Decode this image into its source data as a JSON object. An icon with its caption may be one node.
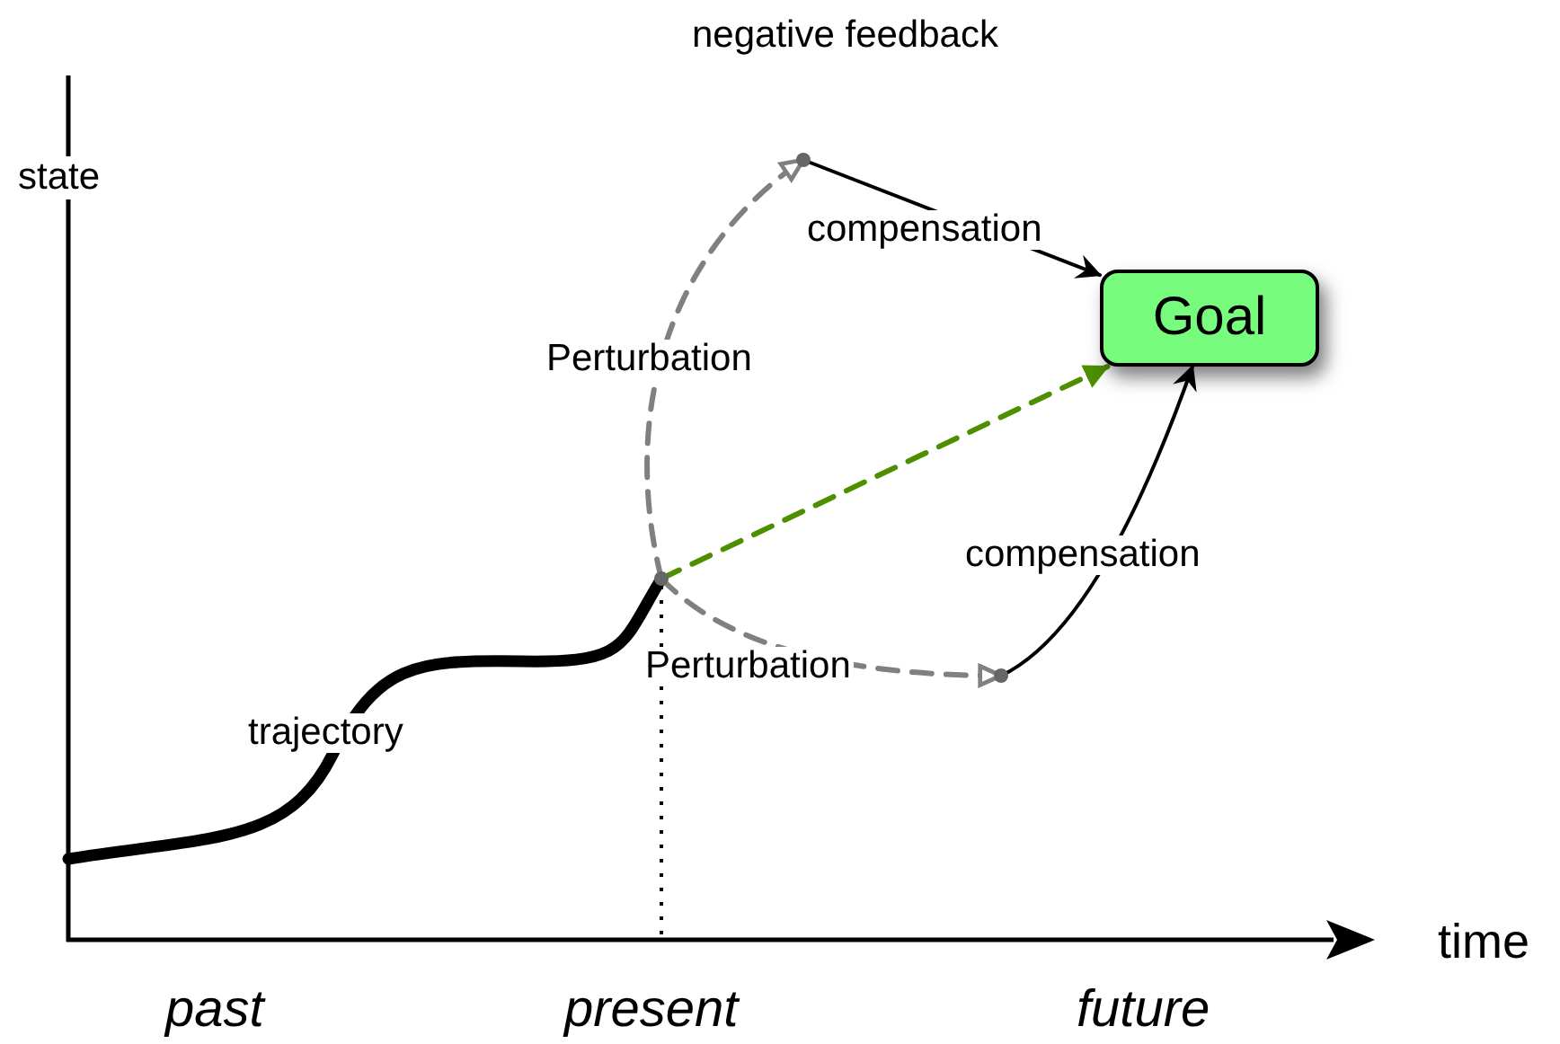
{
  "diagram": {
    "title": "negative feedback",
    "nodes": [
      {
        "text": [
          "Goal"
        ]
      },
      {
        "text": [],
        "shape": "point"
      },
      {
        "text": [],
        "shape": "point"
      },
      {
        "text": [],
        "shape": "point"
      }
    ],
    "edges": [
      {
        "from": 1,
        "to": 2,
        "arrow": "to",
        "label": "Perturbation",
        "style": "dashed",
        "color": "#808080"
      },
      {
        "from": 2,
        "to": 0,
        "arrow": "to",
        "label": "compensation"
      },
      {
        "from": 1,
        "to": 3,
        "arrow": "to",
        "label": "Perturbation",
        "style": "dashed",
        "color": "#808080"
      },
      {
        "from": 3,
        "to": 0,
        "arrow": "to",
        "label": "compensation"
      },
      {
        "from": 1,
        "to": 0,
        "arrow": "to",
        "style": "dashed",
        "color": "#4e8f00"
      },
      {
        "from": null,
        "to": 1,
        "arrow": "none",
        "label": "trajectory",
        "style": "thick"
      }
    ],
    "labels": [
      "state",
      "time",
      "past",
      "present",
      "future"
    ]
  }
}
